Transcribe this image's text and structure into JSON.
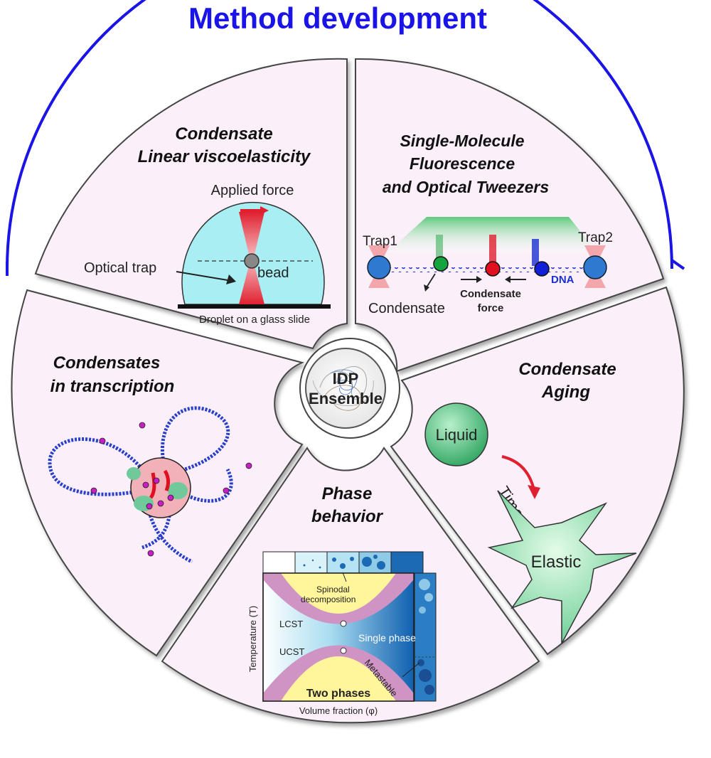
{
  "header": {
    "title": "Method development"
  },
  "center": {
    "line1": "IDP",
    "line2": "Ensemble"
  },
  "sectors": {
    "viscoelasticity": {
      "title_line1": "Condensate",
      "title_line2": "Linear viscoelasticity",
      "applied_force": "Applied force",
      "optical_trap": "Optical trap",
      "bead": "bead",
      "droplet": "Droplet on a glass slide"
    },
    "tweezers": {
      "title_line1": "Single-Molecule",
      "title_line2": "Fluorescence",
      "title_line3": "and Optical Tweezers",
      "trap1": "Trap1",
      "trap2": "Trap2",
      "dna": "DNA",
      "condensate": "Condensate",
      "force_line1": "Condensate",
      "force_line2": "force"
    },
    "aging": {
      "title_line1": "Condensate",
      "title_line2": "Aging",
      "liquid": "Liquid",
      "time": "Time",
      "elastic": "Elastic"
    },
    "phase": {
      "title_line1": "Phase",
      "title_line2": "behavior",
      "ylabel": "Temperature (T)",
      "xlabel": "Volume fraction (φ)",
      "spinodal_line1": "Spinodal",
      "spinodal_line2": "decomposition",
      "lcst": "LCST",
      "ucst": "UCST",
      "single_phase": "Single phase",
      "metastable": "Metastable",
      "two_phases": "Two phases"
    },
    "transcription": {
      "title_line1": "Condensates",
      "title_line2": "in transcription"
    }
  },
  "colors": {
    "title_blue": "#1a14e6",
    "sector_fill": "#fbf0fa",
    "droplet_cyan": "#a8eef3",
    "trap_red": "#e0303a",
    "condensate_green": "#6fd59a",
    "dna_blue": "#2a3fc9",
    "phase_blue": "#1b6ab3",
    "phase_yellow": "#fff59a",
    "phase_pink": "#cf93c4"
  }
}
